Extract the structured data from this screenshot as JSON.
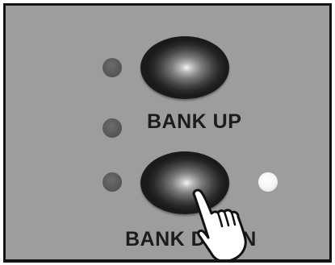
{
  "panel": {
    "bank_up": {
      "label": "BANK UP"
    },
    "bank_down": {
      "label": "BANK DOWN"
    },
    "leds": {
      "top": "off",
      "middle": "off",
      "bottom": "off",
      "right": "on"
    },
    "cursor_icon": "pointing-hand-icon"
  },
  "colors": {
    "panel_background": "#9d9d9d",
    "border": "#141414",
    "led_off": "#545454",
    "led_on": "#f4f4f4",
    "label_text": "#1c1c1c"
  }
}
